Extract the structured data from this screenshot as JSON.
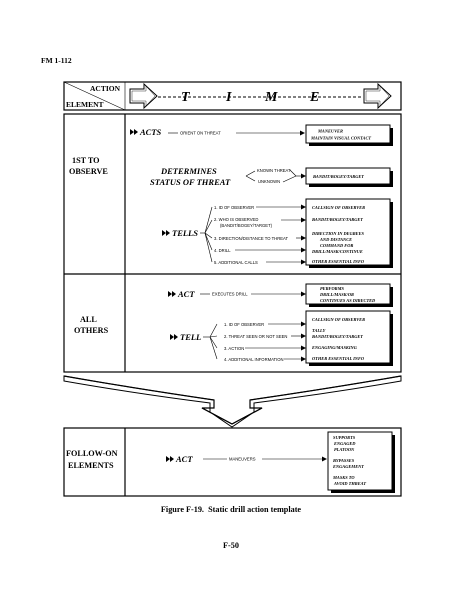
{
  "header": {
    "manual_ref": "FM 1-112"
  },
  "table_head": {
    "action": "ACTION",
    "element": "ELEMENT",
    "time_letters": [
      "T",
      "I",
      "M",
      "E"
    ]
  },
  "rows": {
    "first": {
      "label_line1": "1ST TO",
      "label_line2": "OBSERVE"
    },
    "others": {
      "label_line1": "ALL",
      "label_line2": "OTHERS"
    },
    "follow": {
      "label_line1": "FOLLOW-ON",
      "label_line2": "ELEMENTS"
    }
  },
  "acts": {
    "title": "ACTS",
    "link": "ORIENT ON THREAT",
    "box": [
      "MANEUVER",
      "MAINTAIN VISUAL CONTACT"
    ]
  },
  "determines": {
    "line1": "DETERMINES",
    "line2": "STATUS OF THREAT",
    "known": "KNOWN THREAT",
    "unknown": "UNKNOWN",
    "box": "BANDIT/BOGEY/TARGET"
  },
  "tells": {
    "title": "TELLS",
    "items": [
      {
        "label": [
          "1. ID OF OBSERVER"
        ],
        "box": [
          "CALLSIGN OF OBSERVER"
        ]
      },
      {
        "label": [
          "2. WHO IS OBSERVED",
          "(BANDIT/BOGEY/TARGET)"
        ],
        "box": [
          "BANDIT/BOGEY/TARGET"
        ]
      },
      {
        "label": [
          "3. DIRECTION/DISTANCE TO THREAT"
        ],
        "box": [
          "DIRECTION IN DEGREES",
          "AND DISTANCE"
        ]
      },
      {
        "label": [
          "4. DRILL"
        ],
        "box": [
          "COMMAND FOR",
          "DRILL/MASK/CONTINUE"
        ]
      },
      {
        "label": [
          "5. ADDITIONAL CALLS"
        ],
        "box": [
          "OTHER ESSENTIAL INFO"
        ]
      }
    ]
  },
  "others_act": {
    "title": "ACT",
    "link": "EXECUTES DRILL",
    "box": [
      "PERFORMS",
      "DRILL/MASK/OR",
      "CONTINUES AS DIRECTED"
    ]
  },
  "tell": {
    "title": "TELL",
    "items": [
      {
        "label": "1. ID OF OBSERVER",
        "box": [
          "CALLSIGN OF OBSERVER"
        ]
      },
      {
        "label": "2. THREAT SEEN OR NOT SEEN",
        "box": [
          "TALLY",
          "BANDIT/BOGEY/TARGET"
        ]
      },
      {
        "label": "3. ACTION",
        "box": [
          "ENGAGING/MASKING"
        ]
      },
      {
        "label": "4. ADDITIONAL INFORMATION",
        "box": [
          "OTHER ESSENTIAL INFO"
        ]
      }
    ]
  },
  "follow_act": {
    "title": "ACT",
    "link": "MANEUVERS",
    "box": [
      "SUPPORTS",
      "ENGAGED",
      "PLATOON",
      "BYPASSES",
      "ENGAGEMENT",
      "MASKS TO",
      "AVOID THREAT"
    ]
  },
  "caption": "Figure F-19.  Static drill action template",
  "page_number": "F-50"
}
